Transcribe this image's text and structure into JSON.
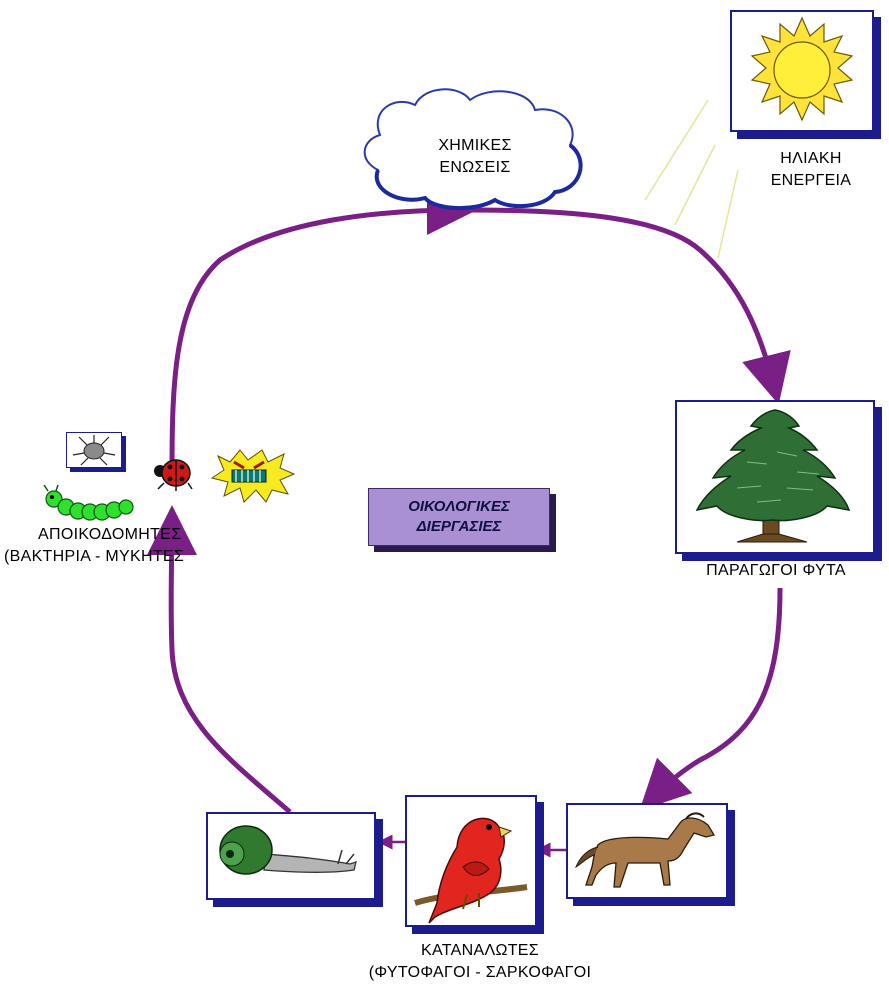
{
  "center_title": {
    "line1": "ΟΙΚΟΛΟΓΙΚΕΣ",
    "line2": "ΔΙΕΡΓΑΣΙΕΣ"
  },
  "cloud": {
    "line1": "ΧΗΜΙΚΕΣ",
    "line2": "ΕΝΩΣΕΙΣ"
  },
  "sun": {
    "line1": "ΗΛΙΑΚΗ",
    "line2": "ΕΝΕΡΓΕΙΑ"
  },
  "producers": {
    "label": "ΠΑΡΑΓΩΓΟΙ ΦΥΤΑ"
  },
  "consumers": {
    "line1": "ΚΑΤΑΝΑΛΩΤΕΣ",
    "line2": "(ΦΥΤΟΦΑΓΟΙ - ΣΑΡΚΟΦΑΓΟΙ"
  },
  "decomposers": {
    "line1": "ΑΠΟΙΚΟΔΟΜΗΤΕΣ",
    "line2": "(ΒΑΚΤΗΡΙΑ - ΜΥΚΗΤΕΣ"
  },
  "colors": {
    "arrow": "#7a1f86",
    "frame": "#1c1c8c",
    "title_bg": "#a98fd3"
  }
}
